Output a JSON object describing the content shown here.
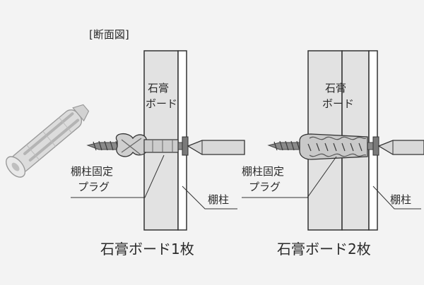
{
  "header": {
    "title": "[断面図]"
  },
  "left": {
    "board_label_line1": "石膏",
    "board_label_line2": "ボード",
    "plug_label_line1": "棚柱固定",
    "plug_label_line2": "プラグ",
    "rail_label": "棚柱",
    "caption": "石膏ボード1枚"
  },
  "right": {
    "board_label_line1": "石膏",
    "board_label_line2": "ボード",
    "plug_label_line1": "棚柱固定",
    "plug_label_line2": "プラグ",
    "rail_label": "棚柱",
    "caption": "石膏ボード2枚"
  },
  "colors": {
    "background": "#f3f3f3",
    "board_fill": "#e2e2e2",
    "outline": "#333333",
    "plug": "#c8c8c8",
    "screw": "#6a6a6a"
  }
}
